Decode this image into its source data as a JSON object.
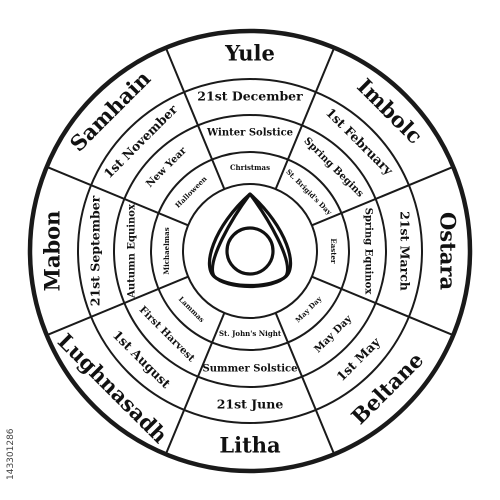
{
  "wheel": {
    "sabbats": [
      {
        "name": "Yule",
        "date": "21st December",
        "event": "Winter Solstice",
        "holiday": "Christmas"
      },
      {
        "name": "Imbolc",
        "date": "1st February",
        "event": "Spring Begins",
        "holiday": "St. Brigid's Day"
      },
      {
        "name": "Ostara",
        "date": "21st March",
        "event": "Spring Equinox",
        "holiday": "Easter"
      },
      {
        "name": "Beltane",
        "date": "1st May",
        "event": "May Day",
        "holiday": "May Day"
      },
      {
        "name": "Litha",
        "date": "21st June",
        "event": "Summer Solstice",
        "holiday": "St. John's Night"
      },
      {
        "name": "Lughnasadh",
        "date": "1st August",
        "event": "First Harvest",
        "holiday": "Lammas"
      },
      {
        "name": "Mabon",
        "date": "21st September",
        "event": "Autumn Equinox",
        "holiday": "Michaelmas"
      },
      {
        "name": "Samhain",
        "date": "1st November",
        "event": "New Year",
        "holiday": "Halloween"
      }
    ],
    "center_symbol": "triquetra-icon"
  },
  "watermark": {
    "id_text": "143301286"
  }
}
